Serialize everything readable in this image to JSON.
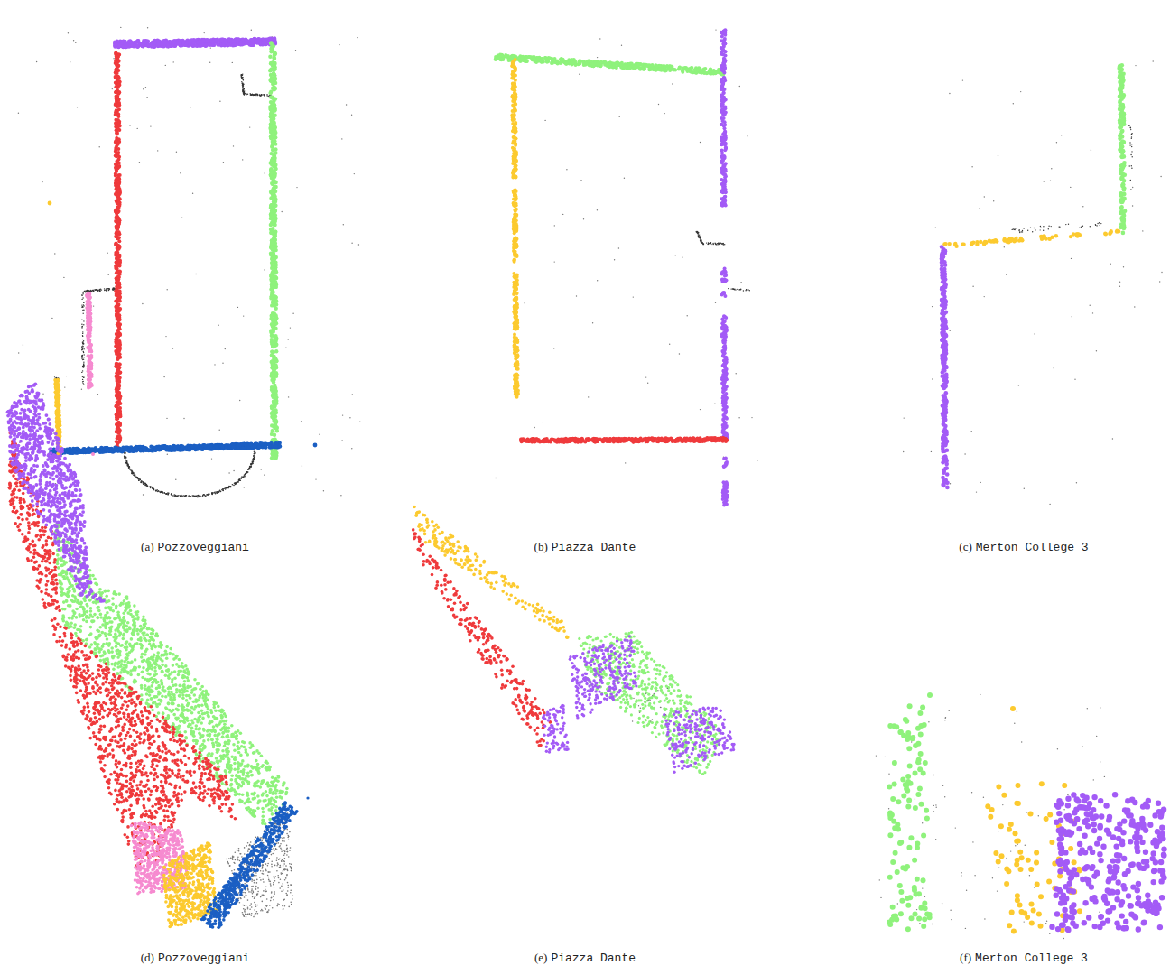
{
  "diagram": {
    "labels": [
      "(a)",
      "Pozzoveggiani",
      "(b)",
      "Piazza Dante",
      "(c)",
      "Merton College 3",
      "(d)",
      "Pozzoveggiani",
      "(e)",
      "Piazza Dante",
      "(f)",
      "Merton College 3"
    ]
  }
}
